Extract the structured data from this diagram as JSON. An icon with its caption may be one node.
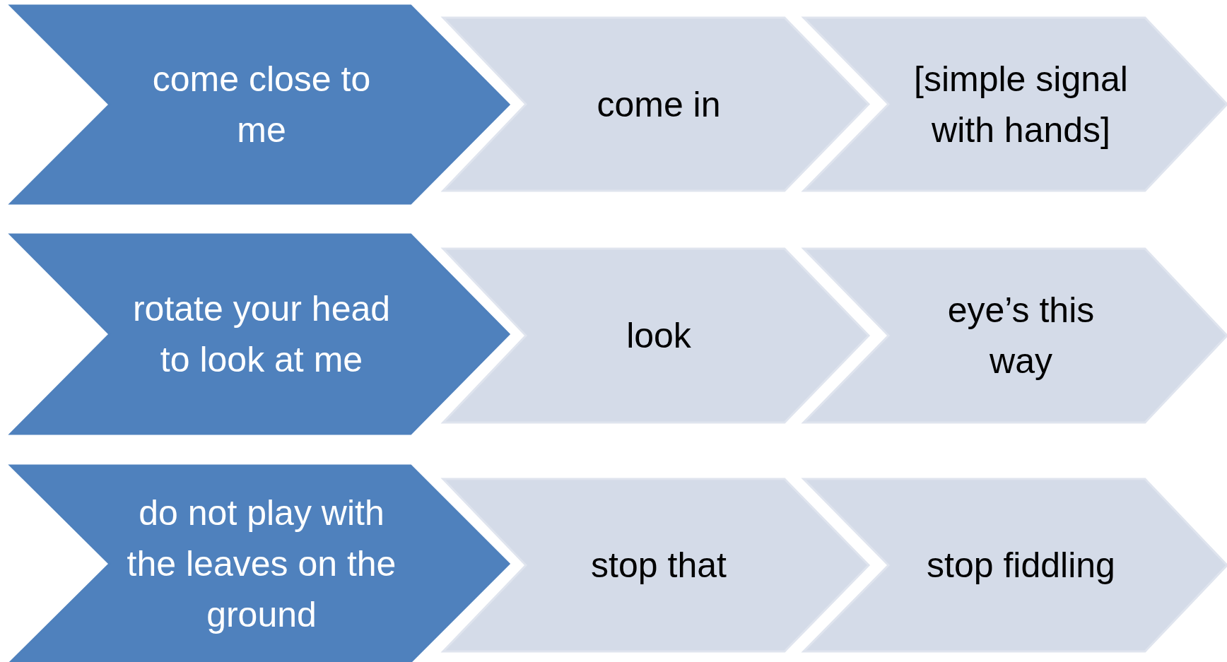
{
  "diagram": {
    "nodes": [
      {
        "text": [
          "come close to me"
        ]
      },
      {
        "text": [
          "come in"
        ]
      },
      {
        "text": [
          "[simple signal with hands]"
        ]
      },
      {
        "text": [
          "rotate your head to look at me"
        ]
      },
      {
        "text": [
          "look"
        ]
      },
      {
        "text": [
          "eye’s this way"
        ]
      },
      {
        "text": [
          "do not play with the leaves on the ground"
        ]
      },
      {
        "text": [
          "stop that"
        ]
      },
      {
        "text": [
          "stop fiddling"
        ]
      }
    ]
  }
}
